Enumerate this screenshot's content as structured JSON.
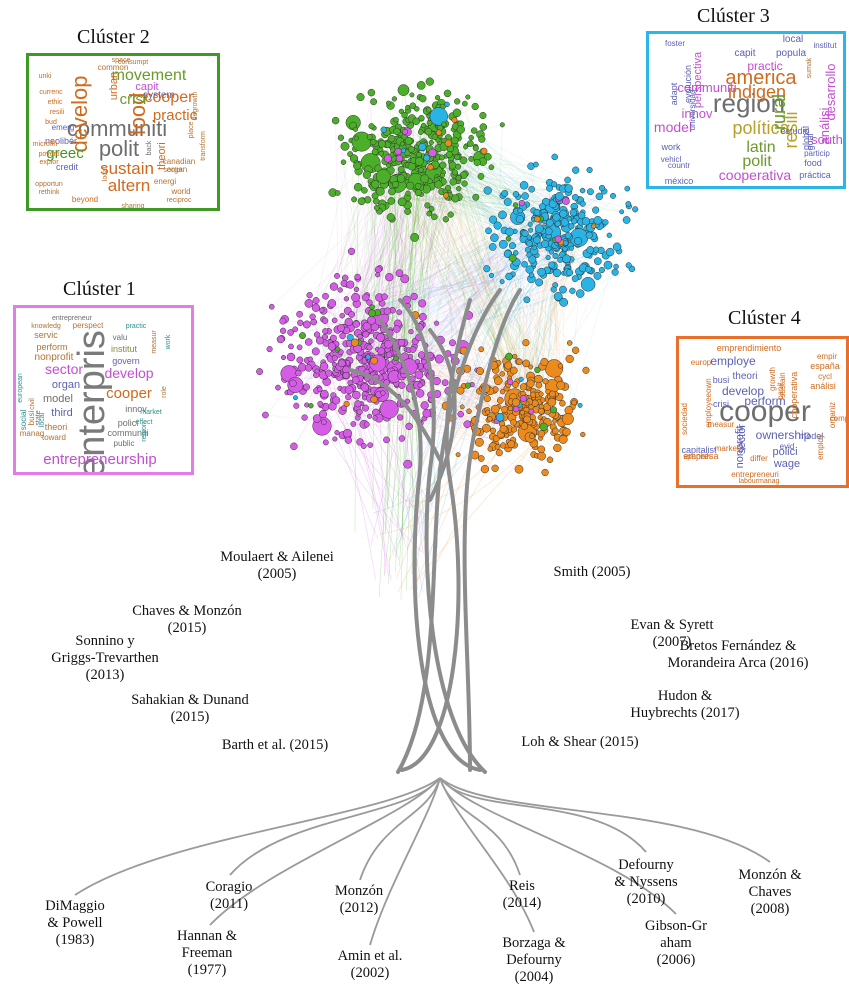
{
  "clusters": [
    {
      "title": "Clúster 1",
      "color": "#e37ce8",
      "words": [
        {
          "t": "enterpris",
          "c": "#7a7a7a"
        },
        {
          "t": "entrepreneurship",
          "c": "#c24fd0"
        },
        {
          "t": "develop",
          "c": "#c24fd0"
        },
        {
          "t": "cooper",
          "c": "#d06a1d"
        },
        {
          "t": "sector",
          "c": "#c24fd0"
        },
        {
          "t": "organ",
          "c": "#5b5fb4"
        },
        {
          "t": "model",
          "c": "#6e6e6e"
        },
        {
          "t": "third",
          "c": "#5b5fb4"
        },
        {
          "t": "nonprofit",
          "c": "#b07333"
        },
        {
          "t": "perform",
          "c": "#b07333"
        },
        {
          "t": "servic",
          "c": "#b07333"
        },
        {
          "t": "institut",
          "c": "#8a8a3a"
        },
        {
          "t": "govern",
          "c": "#5b5fb4"
        },
        {
          "t": "valu",
          "c": "#6e6e6e"
        },
        {
          "t": "polici",
          "c": "#6e6e6e"
        },
        {
          "t": "innov",
          "c": "#6e6e6e"
        },
        {
          "t": "communiti",
          "c": "#6e6e6e"
        },
        {
          "t": "public",
          "c": "#6e6e6e"
        },
        {
          "t": "theori",
          "c": "#b07333"
        },
        {
          "t": "toward",
          "c": "#b07333"
        },
        {
          "t": "busi",
          "c": "#b07333"
        },
        {
          "t": "social",
          "c": "#2f8f8f"
        },
        {
          "t": "manag",
          "c": "#b07333"
        },
        {
          "t": "entrepreneur",
          "c": "#6e6e6e"
        },
        {
          "t": "knowledg",
          "c": "#b07333"
        },
        {
          "t": "perspect",
          "c": "#b07333"
        },
        {
          "t": "practic",
          "c": "#2f8f8f"
        },
        {
          "t": "market",
          "c": "#2f8f8f"
        },
        {
          "t": "measur",
          "c": "#b07333"
        },
        {
          "t": "european",
          "c": "#2f8f8f"
        },
        {
          "t": "civil",
          "c": "#b07333"
        },
        {
          "t": "state",
          "c": "#6e6e6e"
        },
        {
          "t": "region",
          "c": "#2f8f8f"
        },
        {
          "t": "effect",
          "c": "#2f8f8f"
        },
        {
          "t": "local",
          "c": "#2f8f8f"
        },
        {
          "t": "role",
          "c": "#b07333"
        },
        {
          "t": "work",
          "c": "#2f8f8f"
        }
      ]
    },
    {
      "title": "Clúster 2",
      "color": "#3e9a23",
      "words": [
        {
          "t": "communiti",
          "c": "#6e6e6e"
        },
        {
          "t": "polit",
          "c": "#6e6e6e"
        },
        {
          "t": "food",
          "c": "#d06a1d"
        },
        {
          "t": "develop",
          "c": "#d06a1d"
        },
        {
          "t": "movement",
          "c": "#6a9a2a"
        },
        {
          "t": "cooper",
          "c": "#d06a1d"
        },
        {
          "t": "crisi",
          "c": "#6a9a2a"
        },
        {
          "t": "practic",
          "c": "#d06a1d"
        },
        {
          "t": "sustain",
          "c": "#d06a1d"
        },
        {
          "t": "altern",
          "c": "#d06a1d"
        },
        {
          "t": "greec",
          "c": "#3e9a23"
        },
        {
          "t": "capit",
          "c": "#c24fd0"
        },
        {
          "t": "system",
          "c": "#5b5fb4"
        },
        {
          "t": "urban",
          "c": "#d06a1d"
        },
        {
          "t": "theori",
          "c": "#d06a1d"
        },
        {
          "t": "credit",
          "c": "#5b5fb4"
        },
        {
          "t": "neolibér",
          "c": "#5b5fb4"
        },
        {
          "t": "emerg",
          "c": "#5b5fb4"
        },
        {
          "t": "common",
          "c": "#b07333"
        },
        {
          "t": "beyond",
          "c": "#d06a1d"
        },
        {
          "t": "energi",
          "c": "#b07333"
        },
        {
          "t": "organ",
          "c": "#b07333"
        },
        {
          "t": "world",
          "c": "#b07333"
        },
        {
          "t": "canadian",
          "c": "#b07333"
        },
        {
          "t": "sector",
          "c": "#b07333"
        },
        {
          "t": "place",
          "c": "#b07333"
        },
        {
          "t": "local",
          "c": "#d06a1d"
        },
        {
          "t": "back",
          "c": "#6e6e6e"
        },
        {
          "t": "sharing",
          "c": "#b07333"
        },
        {
          "t": "rethink",
          "c": "#b07333"
        },
        {
          "t": "opportun",
          "c": "#b07333"
        },
        {
          "t": "poverti",
          "c": "#d06a1d"
        },
        {
          "t": "microfin",
          "c": "#d06a1d"
        },
        {
          "t": "bud",
          "c": "#d06a1d"
        },
        {
          "t": "explor",
          "c": "#d06a1d"
        },
        {
          "t": "resili",
          "c": "#d06a1d"
        },
        {
          "t": "ethic",
          "c": "#d06a1d"
        },
        {
          "t": "currenc",
          "c": "#d06a1d"
        },
        {
          "t": "unki",
          "c": "#b07333"
        },
        {
          "t": "consumpt",
          "c": "#b07333"
        },
        {
          "t": "degrowth",
          "c": "#b07333"
        },
        {
          "t": "transform",
          "c": "#b07333"
        },
        {
          "t": "reciproc",
          "c": "#b07333"
        },
        {
          "t": "space",
          "c": "#b07333"
        }
      ]
    },
    {
      "title": "Clúster 3",
      "color": "#2bb6e8",
      "words": [
        {
          "t": "region",
          "c": "#6e6e6e"
        },
        {
          "t": "america",
          "c": "#d06a1d"
        },
        {
          "t": "indigen",
          "c": "#d06a1d"
        },
        {
          "t": "política",
          "c": "#b8a02a"
        },
        {
          "t": "resili",
          "c": "#b8a02a"
        },
        {
          "t": "rural",
          "c": "#6a9a2a"
        },
        {
          "t": "latin",
          "c": "#6a9a2a"
        },
        {
          "t": "polit",
          "c": "#6a9a2a"
        },
        {
          "t": "model",
          "c": "#c24fd0"
        },
        {
          "t": "cooperativa",
          "c": "#c24fd0"
        },
        {
          "t": "desarrollo",
          "c": "#c24fd0"
        },
        {
          "t": "análisi",
          "c": "#c24fd0"
        },
        {
          "t": "south",
          "c": "#c24fd0"
        },
        {
          "t": "innov",
          "c": "#c24fd0"
        },
        {
          "t": "communiti",
          "c": "#c24fd0"
        },
        {
          "t": "practic",
          "c": "#c24fd0"
        },
        {
          "t": "perspectiva",
          "c": "#c24fd0"
        },
        {
          "t": "capit",
          "c": "#5b5fb4"
        },
        {
          "t": "popula",
          "c": "#5b5fb4"
        },
        {
          "t": "local",
          "c": "#5b5fb4"
        },
        {
          "t": "estudio",
          "c": "#5b5fb4"
        },
        {
          "t": "work",
          "c": "#5b5fb4"
        },
        {
          "t": "goal",
          "c": "#5b5fb4"
        },
        {
          "t": "global",
          "c": "#5b5fb4"
        },
        {
          "t": "food",
          "c": "#5b5fb4"
        },
        {
          "t": "práctica",
          "c": "#5b5fb4"
        },
        {
          "t": "particip",
          "c": "#5b5fb4"
        },
        {
          "t": "countr",
          "c": "#5b5fb4"
        },
        {
          "t": "méxico",
          "c": "#5b5fb4"
        },
        {
          "t": "adapt",
          "c": "#5b5fb4"
        },
        {
          "t": "evolución",
          "c": "#5b5fb4"
        },
        {
          "t": "universidad",
          "c": "#5b5fb4"
        },
        {
          "t": "foster",
          "c": "#5b5fb4"
        },
        {
          "t": "vehicl",
          "c": "#5b5fb4"
        },
        {
          "t": "institut",
          "c": "#5b5fb4"
        },
        {
          "t": "sumak",
          "c": "#b07333"
        }
      ]
    },
    {
      "title": "Clúster 4",
      "color": "#e8702a",
      "words": [
        {
          "t": "cooper",
          "c": "#6e6e6e"
        },
        {
          "t": "perform",
          "c": "#5b5fb4"
        },
        {
          "t": "sector",
          "c": "#5b5fb4"
        },
        {
          "t": "develop",
          "c": "#5b5fb4"
        },
        {
          "t": "nonprofit",
          "c": "#5b5fb4"
        },
        {
          "t": "ownership",
          "c": "#5b5fb4"
        },
        {
          "t": "wage",
          "c": "#5b5fb4"
        },
        {
          "t": "polici",
          "c": "#5b5fb4"
        },
        {
          "t": "employe",
          "c": "#5b5fb4"
        },
        {
          "t": "busi",
          "c": "#5b5fb4"
        },
        {
          "t": "theori",
          "c": "#5b5fb4"
        },
        {
          "t": "crisi",
          "c": "#5b5fb4"
        },
        {
          "t": "capitalist",
          "c": "#5b5fb4"
        },
        {
          "t": "evid",
          "c": "#5b5fb4"
        },
        {
          "t": "model",
          "c": "#5b5fb4"
        },
        {
          "t": "emprendimiento",
          "c": "#d06a1d"
        },
        {
          "t": "cooperativa",
          "c": "#d06a1d"
        },
        {
          "t": "análisi",
          "c": "#d06a1d"
        },
        {
          "t": "españa",
          "c": "#d06a1d"
        },
        {
          "t": "empresa",
          "c": "#d06a1d"
        },
        {
          "t": "organiz",
          "c": "#d06a1d"
        },
        {
          "t": "market",
          "c": "#d06a1d"
        },
        {
          "t": "spanish",
          "c": "#d06a1d"
        },
        {
          "t": "europ",
          "c": "#d06a1d"
        },
        {
          "t": "cycl",
          "c": "#d06a1d"
        },
        {
          "t": "empir",
          "c": "#d06a1d"
        },
        {
          "t": "compar",
          "c": "#d06a1d"
        },
        {
          "t": "employ",
          "c": "#d06a1d"
        },
        {
          "t": "growth",
          "c": "#d06a1d"
        },
        {
          "t": "capit",
          "c": "#d06a1d"
        },
        {
          "t": "measur",
          "c": "#d06a1d"
        },
        {
          "t": "differ",
          "c": "#d06a1d"
        },
        {
          "t": "entrepreneuri",
          "c": "#d06a1d"
        },
        {
          "t": "labourmanag",
          "c": "#d06a1d"
        },
        {
          "t": "sustain",
          "c": "#d06a1d"
        },
        {
          "t": "sociedad",
          "c": "#d06a1d"
        },
        {
          "t": "employeeown",
          "c": "#d06a1d"
        }
      ]
    }
  ],
  "references_left": [
    "Moulaert & Ailenei|(2005)",
    "Chaves & Monzón|(2015)",
    "Sonnino y|Griggs-Trevarthen|(2013)",
    "Sahakian & Dunand|(2015)",
    "Barth et al. (2015)"
  ],
  "references_right": [
    "Smith (2005)",
    "Evan & Syrett|(2007)",
    "Bretos Fernández &|Morandeira Arca (2016)",
    "Hudon &|Huybrechts (2017)",
    "Loh & Shear (2015)"
  ],
  "roots": [
    "DiMaggio|& Powell|(1983)",
    "Coragio|(2011)",
    "Hannan &|Freeman|(1977)",
    "Monzón|(2012)",
    "Amin et al.|(2002)",
    "Reis|(2014)",
    "Borzaga &|Defourny|(2004)",
    "Defourny|& Nyssens|(2010)",
    "Gibson-Gr|aham|(2006)",
    "Monzón &|Chaves|(2008)"
  ],
  "colors": {
    "cluster1": "#d65ce8",
    "cluster2": "#4caf2a",
    "cluster3": "#2ab4e6",
    "cluster4": "#ec8a1e",
    "trunk": "#8c8c8c",
    "node_outline": "#2e2e2e"
  }
}
